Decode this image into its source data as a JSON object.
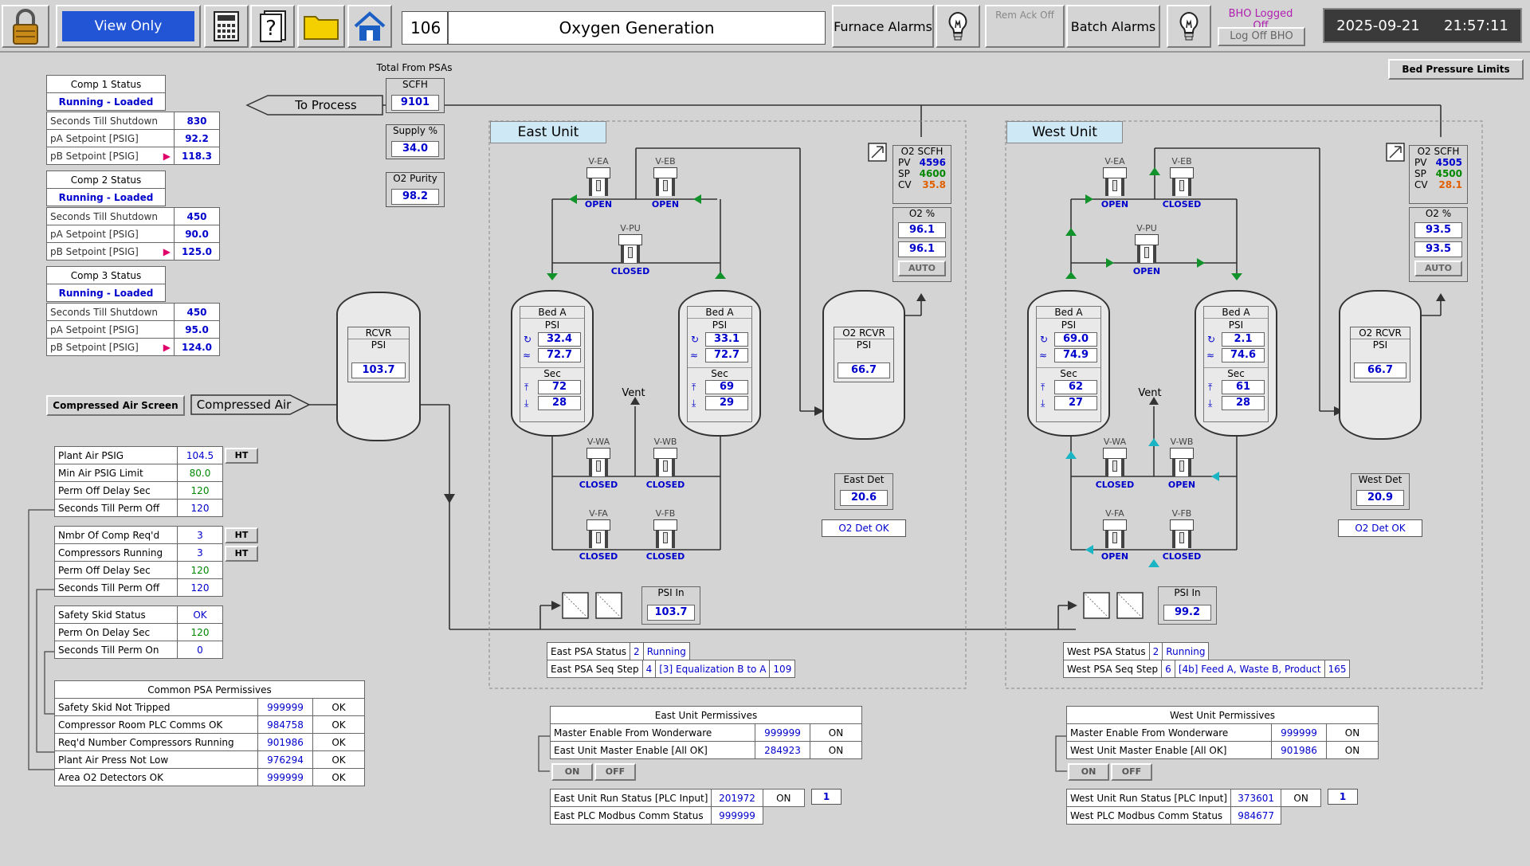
{
  "header": {
    "view_mode": "View Only",
    "unit_number": "106",
    "screen_title": "Oxygen Generation",
    "furnace_alarms": "Furnace Alarms",
    "rem_ack": "Rem Ack Off",
    "batch_alarms": "Batch Alarms",
    "bho_status": "BHO Logged Off",
    "log_off_bho": "Log Off BHO",
    "date": "2025-09-21",
    "time": "21:57:11"
  },
  "bed_pressure_limits": "Bed Pressure Limits",
  "compressors": [
    {
      "status_label": "Comp 1 Status",
      "status": "Running - Loaded",
      "rows": [
        {
          "label": "Seconds Till Shutdown",
          "value": "830"
        },
        {
          "label": "pA Setpoint [PSIG]",
          "value": "92.2"
        },
        {
          "label": "pB Setpoint [PSIG]",
          "value": "118.3"
        }
      ]
    },
    {
      "status_label": "Comp 2 Status",
      "status": "Running - Loaded",
      "rows": [
        {
          "label": "Seconds Till Shutdown",
          "value": "450"
        },
        {
          "label": "pA Setpoint [PSIG]",
          "value": "90.0"
        },
        {
          "label": "pB Setpoint [PSIG]",
          "value": "125.0"
        }
      ]
    },
    {
      "status_label": "Comp 3 Status",
      "status": "Running - Loaded",
      "rows": [
        {
          "label": "Seconds Till Shutdown",
          "value": "450"
        },
        {
          "label": "pA Setpoint [PSIG]",
          "value": "95.0"
        },
        {
          "label": "pB Setpoint [PSIG]",
          "value": "124.0"
        }
      ]
    }
  ],
  "compressed_air_screen": "Compressed Air Screen",
  "compressed_air": "Compressed Air",
  "to_process": "To Process",
  "totals": {
    "title": "Total From PSAs",
    "scfh_label": "SCFH",
    "scfh": "9101",
    "supply_label": "Supply %",
    "supply": "34.0",
    "purity_label": "O2 Purity",
    "purity": "98.2"
  },
  "rcvr": {
    "title": "RCVR",
    "psi_label": "PSI",
    "psi": "103.7"
  },
  "plant_air": {
    "group1": [
      {
        "label": "Plant Air PSIG",
        "value": "104.5",
        "ht": "HT"
      },
      {
        "label": "Min Air PSIG Limit",
        "value": "80.0"
      },
      {
        "label": "Perm Off Delay Sec",
        "value": "120"
      },
      {
        "label": "Seconds Till Perm Off",
        "value": "120"
      }
    ],
    "group2": [
      {
        "label": "Nmbr Of Comp Req'd",
        "value": "3",
        "ht": "HT"
      },
      {
        "label": "Compressors Running",
        "value": "3",
        "ht": "HT"
      },
      {
        "label": "Perm Off Delay Sec",
        "value": "120"
      },
      {
        "label": "Seconds Till Perm Off",
        "value": "120"
      }
    ],
    "group3": [
      {
        "label": "Safety Skid Status",
        "value": "OK"
      },
      {
        "label": "Perm On Delay Sec",
        "value": "120"
      },
      {
        "label": "Seconds Till Perm On",
        "value": "0"
      }
    ]
  },
  "common_permissives": {
    "title": "Common PSA Permissives",
    "rows": [
      {
        "label": "Safety Skid Not Tripped",
        "value": "999999",
        "state": "OK"
      },
      {
        "label": "Compressor Room PLC Comms OK",
        "value": "984758",
        "state": "OK"
      },
      {
        "label": "Req'd Number Compressors Running",
        "value": "901986",
        "state": "OK"
      },
      {
        "label": "Plant Air Press Not Low",
        "value": "976294",
        "state": "OK"
      },
      {
        "label": "Area O2 Detectors OK",
        "value": "999999",
        "state": "OK"
      }
    ]
  },
  "east": {
    "title": "East Unit",
    "valves": {
      "ea": {
        "tag": "V-EA",
        "state": "OPEN"
      },
      "eb": {
        "tag": "V-EB",
        "state": "OPEN"
      },
      "pu": {
        "tag": "V-PU",
        "state": "CLOSED"
      },
      "wa": {
        "tag": "V-WA",
        "state": "CLOSED"
      },
      "wb": {
        "tag": "V-WB",
        "state": "CLOSED"
      },
      "fa": {
        "tag": "V-FA",
        "state": "CLOSED"
      },
      "fb": {
        "tag": "V-FB",
        "state": "CLOSED"
      }
    },
    "bed1": {
      "title": "Bed A",
      "psi_label": "PSI",
      "psi1": "32.4",
      "psi2": "72.7",
      "sec_label": "Sec",
      "sec1": "72",
      "sec2": "28"
    },
    "bed2": {
      "title": "Bed A",
      "psi_label": "PSI",
      "psi1": "33.1",
      "psi2": "72.7",
      "sec_label": "Sec",
      "sec1": "69",
      "sec2": "29"
    },
    "vent": "Vent",
    "psi_in_label": "PSI In",
    "psi_in": "103.7",
    "o2_scfh": {
      "title": "O2 SCFH",
      "pv_label": "PV",
      "pv": "4596",
      "sp_label": "SP",
      "sp": "4600",
      "cv_label": "CV",
      "cv": "35.8"
    },
    "o2_pct": {
      "title": "O2 %",
      "v1": "96.1",
      "v2": "96.1",
      "mode": "AUTO"
    },
    "o2_rcvr": {
      "title": "O2 RCVR",
      "psi_label": "PSI",
      "psi": "66.7"
    },
    "det": {
      "title": "East Det",
      "value": "20.6",
      "status": "O2 Det OK"
    },
    "psa_status": {
      "label": "East PSA Status",
      "code": "2",
      "text": "Running"
    },
    "seq_step": {
      "label": "East PSA Seq Step",
      "code": "4",
      "text": "[3] Equalization B to A",
      "timer": "109"
    },
    "permissives": {
      "title": "East Unit Permissives",
      "rows": [
        {
          "label": "Master Enable From Wonderware",
          "value": "999999",
          "state": "ON"
        },
        {
          "label": "East Unit Master Enable [All OK]",
          "value": "284923",
          "state": "ON"
        }
      ],
      "on": "ON",
      "off": "OFF",
      "run_status": {
        "label": "East Unit Run Status [PLC Input]",
        "value": "201972",
        "state": "ON",
        "count": "1"
      },
      "modbus": {
        "label": "East PLC Modbus Comm Status",
        "value": "999999"
      }
    }
  },
  "west": {
    "title": "West Unit",
    "valves": {
      "ea": {
        "tag": "V-EA",
        "state": "OPEN"
      },
      "eb": {
        "tag": "V-EB",
        "state": "CLOSED"
      },
      "pu": {
        "tag": "V-PU",
        "state": "OPEN"
      },
      "wa": {
        "tag": "V-WA",
        "state": "CLOSED"
      },
      "wb": {
        "tag": "V-WB",
        "state": "OPEN"
      },
      "fa": {
        "tag": "V-FA",
        "state": "OPEN"
      },
      "fb": {
        "tag": "V-FB",
        "state": "CLOSED"
      }
    },
    "bed1": {
      "title": "Bed A",
      "psi_label": "PSI",
      "psi1": "69.0",
      "psi2": "74.9",
      "sec_label": "Sec",
      "sec1": "62",
      "sec2": "27"
    },
    "bed2": {
      "title": "Bed A",
      "psi_label": "PSI",
      "psi1": "2.1",
      "psi2": "74.6",
      "sec_label": "Sec",
      "sec1": "61",
      "sec2": "28"
    },
    "vent": "Vent",
    "psi_in_label": "PSI In",
    "psi_in": "99.2",
    "o2_scfh": {
      "title": "O2 SCFH",
      "pv_label": "PV",
      "pv": "4505",
      "sp_label": "SP",
      "sp": "4500",
      "cv_label": "CV",
      "cv": "28.1"
    },
    "o2_pct": {
      "title": "O2 %",
      "v1": "93.5",
      "v2": "93.5",
      "mode": "AUTO"
    },
    "o2_rcvr": {
      "title": "O2 RCVR",
      "psi_label": "PSI",
      "psi": "66.7"
    },
    "det": {
      "title": "West Det",
      "value": "20.9",
      "status": "O2 Det OK"
    },
    "psa_status": {
      "label": "West PSA Status",
      "code": "2",
      "text": "Running"
    },
    "seq_step": {
      "label": "West PSA Seq Step",
      "code": "6",
      "text": "[4b] Feed A, Waste B, Product",
      "timer": "165"
    },
    "permissives": {
      "title": "West Unit Permissives",
      "rows": [
        {
          "label": "Master Enable From Wonderware",
          "value": "999999",
          "state": "ON"
        },
        {
          "label": "West Unit Master Enable [All OK]",
          "value": "901986",
          "state": "ON"
        }
      ],
      "on": "ON",
      "off": "OFF",
      "run_status": {
        "label": "West Unit Run Status [PLC Input]",
        "value": "373601",
        "state": "ON",
        "count": "1"
      },
      "modbus": {
        "label": "West PLC Modbus Comm Status",
        "value": "984677"
      }
    }
  },
  "colors": {
    "accent_blue": "#2155d6",
    "value_blue": "#0000cc",
    "ok_green": "#008800",
    "cv_orange": "#e06000",
    "flow_green": "#12922a",
    "flow_cyan": "#1ab5c4"
  }
}
